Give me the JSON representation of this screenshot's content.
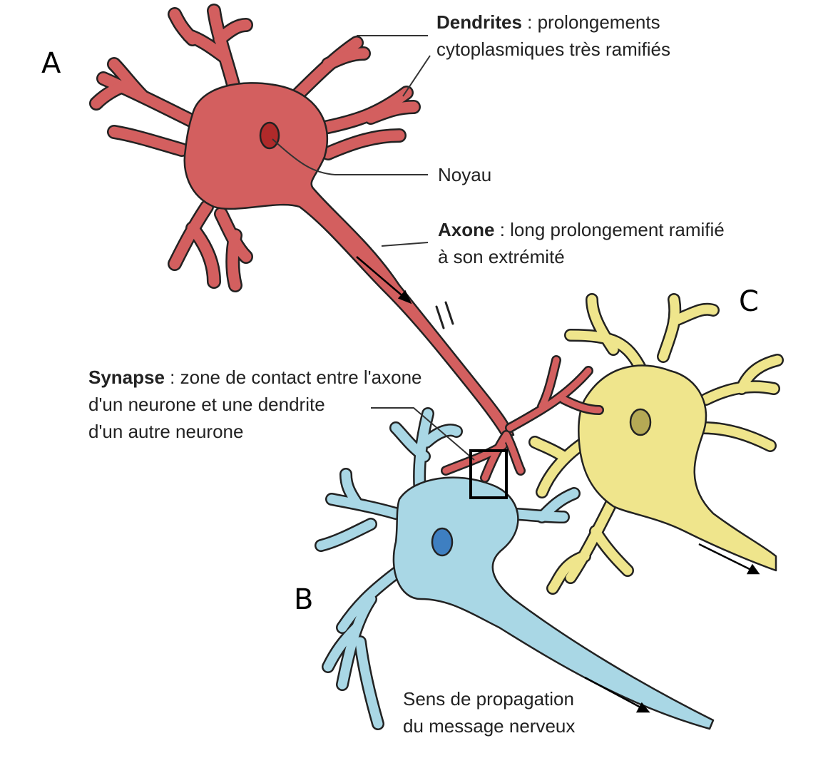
{
  "letters": {
    "a": "A",
    "b": "B",
    "c": "C"
  },
  "labels": {
    "dendrites": {
      "term": "Dendrites",
      "def_line1": " : prolongements",
      "def_line2": "cytoplasmiques très ramifiés"
    },
    "noyau": "Noyau",
    "axone": {
      "term": "Axone",
      "def_line1": " : long prolongement ramifié",
      "def_line2": "à son extrémité"
    },
    "synapse": {
      "term": "Synapse",
      "def_line1": " : zone de contact entre l'axone",
      "def_line2": "d'un neurone et une dendrite",
      "def_line3": "d'un autre neurone"
    },
    "propagation": {
      "line1": "Sens de propagation",
      "line2": "du message nerveux"
    }
  },
  "colors": {
    "neuron_a": "#d35f5f",
    "neuron_a_nucleus": "#b02a2a",
    "neuron_b": "#a9d7e5",
    "neuron_b_nucleus": "#3e7fc1",
    "neuron_c": "#efe58c",
    "neuron_c_nucleus": "#b5a955",
    "outline": "#222222"
  }
}
